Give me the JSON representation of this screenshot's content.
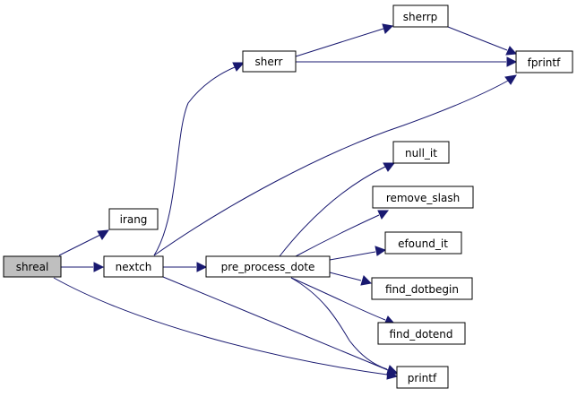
{
  "diagram": {
    "edge_color": "#191970",
    "root_fill": "#bfbfbf",
    "nodes": [
      {
        "id": "shreal",
        "label": "shreal",
        "root": true
      },
      {
        "id": "irang",
        "label": "irang"
      },
      {
        "id": "nextch",
        "label": "nextch"
      },
      {
        "id": "sherr",
        "label": "sherr"
      },
      {
        "id": "sherrp",
        "label": "sherrp"
      },
      {
        "id": "fprintf",
        "label": "fprintf"
      },
      {
        "id": "pre_process_dote",
        "label": "pre_process_dote"
      },
      {
        "id": "null_it",
        "label": "null_it"
      },
      {
        "id": "remove_slash",
        "label": "remove_slash"
      },
      {
        "id": "efound_it",
        "label": "efound_it"
      },
      {
        "id": "find_dotbegin",
        "label": "find_dotbegin"
      },
      {
        "id": "find_dotend",
        "label": "find_dotend"
      },
      {
        "id": "printf",
        "label": "printf"
      }
    ],
    "edges": [
      {
        "from": "shreal",
        "to": "irang"
      },
      {
        "from": "shreal",
        "to": "nextch"
      },
      {
        "from": "shreal",
        "to": "printf"
      },
      {
        "from": "nextch",
        "to": "sherr"
      },
      {
        "from": "nextch",
        "to": "fprintf"
      },
      {
        "from": "nextch",
        "to": "pre_process_dote"
      },
      {
        "from": "nextch",
        "to": "printf"
      },
      {
        "from": "sherr",
        "to": "sherrp"
      },
      {
        "from": "sherr",
        "to": "fprintf"
      },
      {
        "from": "sherrp",
        "to": "fprintf"
      },
      {
        "from": "pre_process_dote",
        "to": "null_it"
      },
      {
        "from": "pre_process_dote",
        "to": "remove_slash"
      },
      {
        "from": "pre_process_dote",
        "to": "efound_it"
      },
      {
        "from": "pre_process_dote",
        "to": "find_dotbegin"
      },
      {
        "from": "pre_process_dote",
        "to": "find_dotend"
      },
      {
        "from": "pre_process_dote",
        "to": "printf"
      }
    ]
  }
}
